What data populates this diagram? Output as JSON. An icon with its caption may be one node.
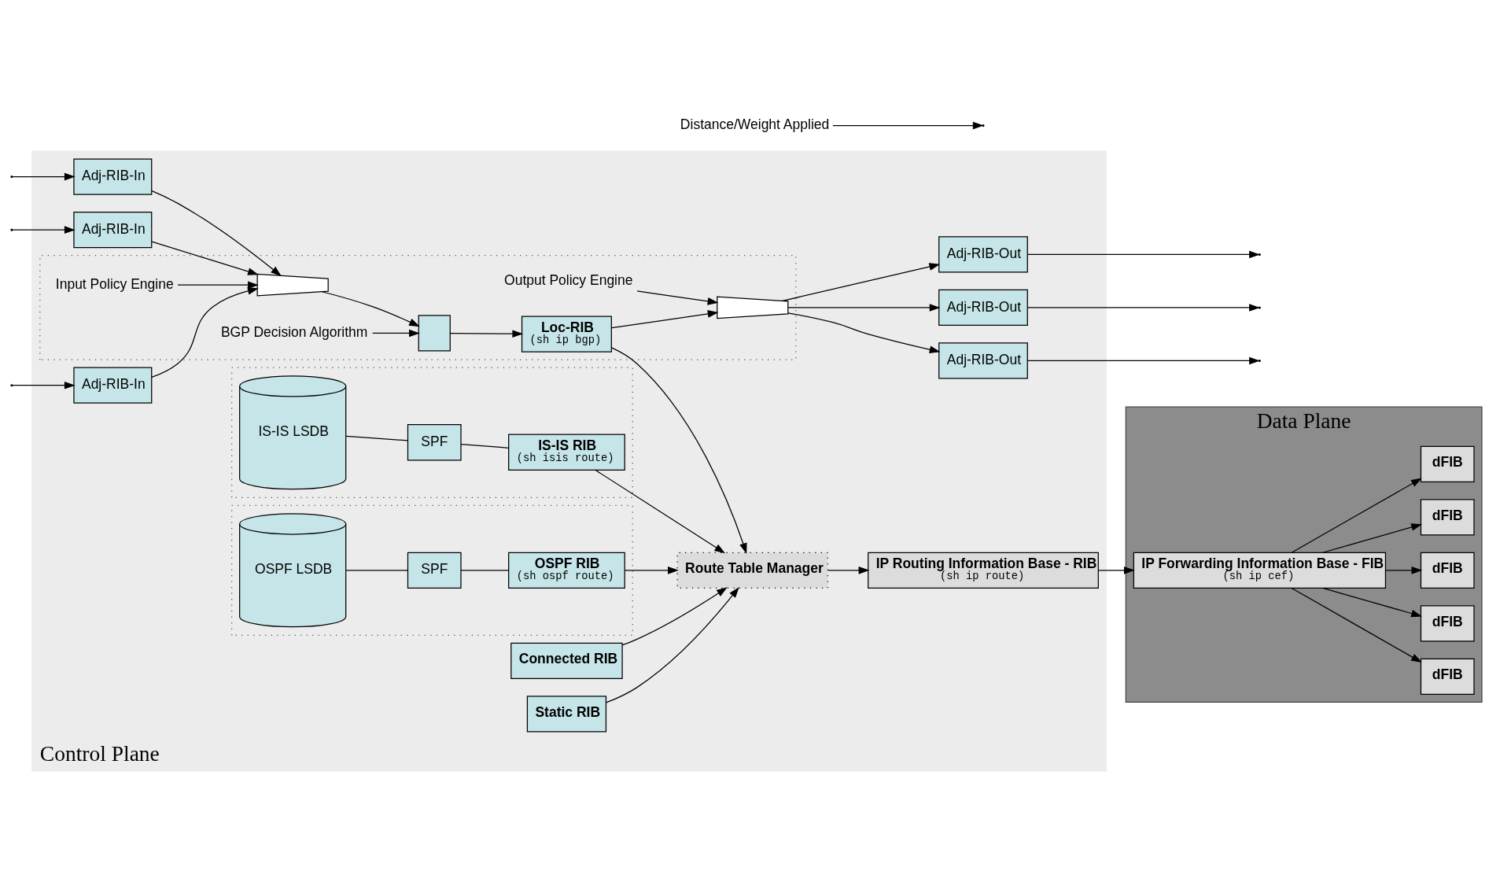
{
  "diagram": {
    "nodes": [
      {
        "text": [
          "Control Plane"
        ]
      },
      {
        "text": [],
        "shape": "box",
        "in": 0
      },
      {
        "text": [
          "Input Policy Engine"
        ],
        "in": 1
      },
      {
        "text": [
          "Output Policy Engine"
        ],
        "in": 1
      },
      {
        "text": [
          "BGP Decision Algorithm"
        ],
        "in": 1
      },
      {
        "text": [
          "Adj-RIB-In"
        ],
        "in": 0
      },
      {
        "text": [
          "Adj-RIB-In"
        ],
        "in": 0
      },
      {
        "text": [
          "Adj-RIB-In"
        ],
        "in": 0
      },
      {
        "text": [],
        "shape": "trapezoid",
        "in": 1
      },
      {
        "text": [],
        "shape": "box",
        "in": 1
      },
      {
        "text": [
          "Loc-RIB",
          "(sh ip bgp)"
        ],
        "in": 1
      },
      {
        "text": [],
        "shape": "trapezoid",
        "in": 1
      },
      {
        "text": [
          "Adj-RIB-Out"
        ],
        "in": 0
      },
      {
        "text": [
          "Adj-RIB-Out"
        ],
        "in": 0
      },
      {
        "text": [
          "Adj-RIB-Out"
        ],
        "in": 0
      },
      {
        "text": [],
        "shape": "box",
        "in": 0
      },
      {
        "text": [
          "IS-IS LSDB"
        ],
        "in": 15
      },
      {
        "text": [
          "SPF"
        ],
        "in": 15
      },
      {
        "text": [
          "IS-IS RIB",
          "(sh isis route)"
        ],
        "in": 15
      },
      {
        "text": [],
        "shape": "box",
        "in": 0
      },
      {
        "text": [
          "OSPF LSDB"
        ],
        "in": 19
      },
      {
        "text": [
          "SPF"
        ],
        "in": 19
      },
      {
        "text": [
          "OSPF RIB",
          "(sh ospf route)"
        ],
        "in": 19
      },
      {
        "text": [
          "Static RIB"
        ],
        "in": 0
      },
      {
        "text": [
          "Connected RIB"
        ],
        "in": 0
      },
      {
        "text": [
          "Route Table Manager"
        ],
        "in": 0
      },
      {
        "text": [
          "Distance/Weight Applied"
        ]
      },
      {
        "text": [
          "IP Routing Information Base - RIB",
          "(sh ip route)"
        ],
        "in": 0
      },
      {
        "text": [
          "Data Plane"
        ]
      },
      {
        "text": [
          "IP Forwarding Information Base - FIB",
          "(sh ip cef)"
        ],
        "in": 28
      },
      {
        "text": [
          "dFIB"
        ],
        "in": 28
      },
      {
        "text": [
          "dFIB"
        ],
        "in": 28
      },
      {
        "text": [
          "dFIB"
        ],
        "in": 28
      },
      {
        "text": [
          "dFIB"
        ],
        "in": 28
      },
      {
        "text": [
          "dFIB"
        ],
        "in": 28
      }
    ],
    "edges": [
      {
        "from": null,
        "to": 5,
        "arrow": "to"
      },
      {
        "from": null,
        "to": 6,
        "arrow": "to"
      },
      {
        "from": null,
        "to": 7,
        "arrow": "to"
      },
      {
        "from": 5,
        "to": 8,
        "arrow": "to"
      },
      {
        "from": 6,
        "to": 8,
        "arrow": "to"
      },
      {
        "from": 7,
        "to": 8,
        "arrow": "to"
      },
      {
        "from": 2,
        "to": 8,
        "arrow": "to"
      },
      {
        "from": 8,
        "to": 9,
        "arrow": "to"
      },
      {
        "from": 4,
        "to": 9,
        "arrow": "to"
      },
      {
        "from": 9,
        "to": 10,
        "arrow": "to"
      },
      {
        "from": 10,
        "to": 11,
        "arrow": "to"
      },
      {
        "from": 3,
        "to": 11,
        "arrow": "to"
      },
      {
        "from": 11,
        "to": 12,
        "arrow": "to"
      },
      {
        "from": 11,
        "to": 13,
        "arrow": "to"
      },
      {
        "from": 11,
        "to": 14,
        "arrow": "to"
      },
      {
        "from": 12,
        "to": null,
        "arrow": "to"
      },
      {
        "from": 13,
        "to": null,
        "arrow": "to"
      },
      {
        "from": 14,
        "to": null,
        "arrow": "to"
      },
      {
        "from": 16,
        "to": 17,
        "arrow": "none"
      },
      {
        "from": 17,
        "to": 18,
        "arrow": "none"
      },
      {
        "from": 20,
        "to": 21,
        "arrow": "none"
      },
      {
        "from": 21,
        "to": 22,
        "arrow": "none"
      },
      {
        "from": 10,
        "to": 25,
        "arrow": "to"
      },
      {
        "from": 18,
        "to": 25,
        "arrow": "to"
      },
      {
        "from": 22,
        "to": 25,
        "arrow": "to"
      },
      {
        "from": 23,
        "to": 25,
        "arrow": "to"
      },
      {
        "from": 24,
        "to": 25,
        "arrow": "to"
      },
      {
        "from": 25,
        "to": 27,
        "arrow": "to"
      },
      {
        "from": 26,
        "to": null,
        "arrow": "to"
      },
      {
        "from": 27,
        "to": 29,
        "arrow": "to"
      },
      {
        "from": 29,
        "to": 30,
        "arrow": "to"
      },
      {
        "from": 29,
        "to": 31,
        "arrow": "to"
      },
      {
        "from": 29,
        "to": 32,
        "arrow": "to"
      },
      {
        "from": 29,
        "to": 33,
        "arrow": "to"
      },
      {
        "from": 29,
        "to": 34,
        "arrow": "to"
      }
    ]
  }
}
